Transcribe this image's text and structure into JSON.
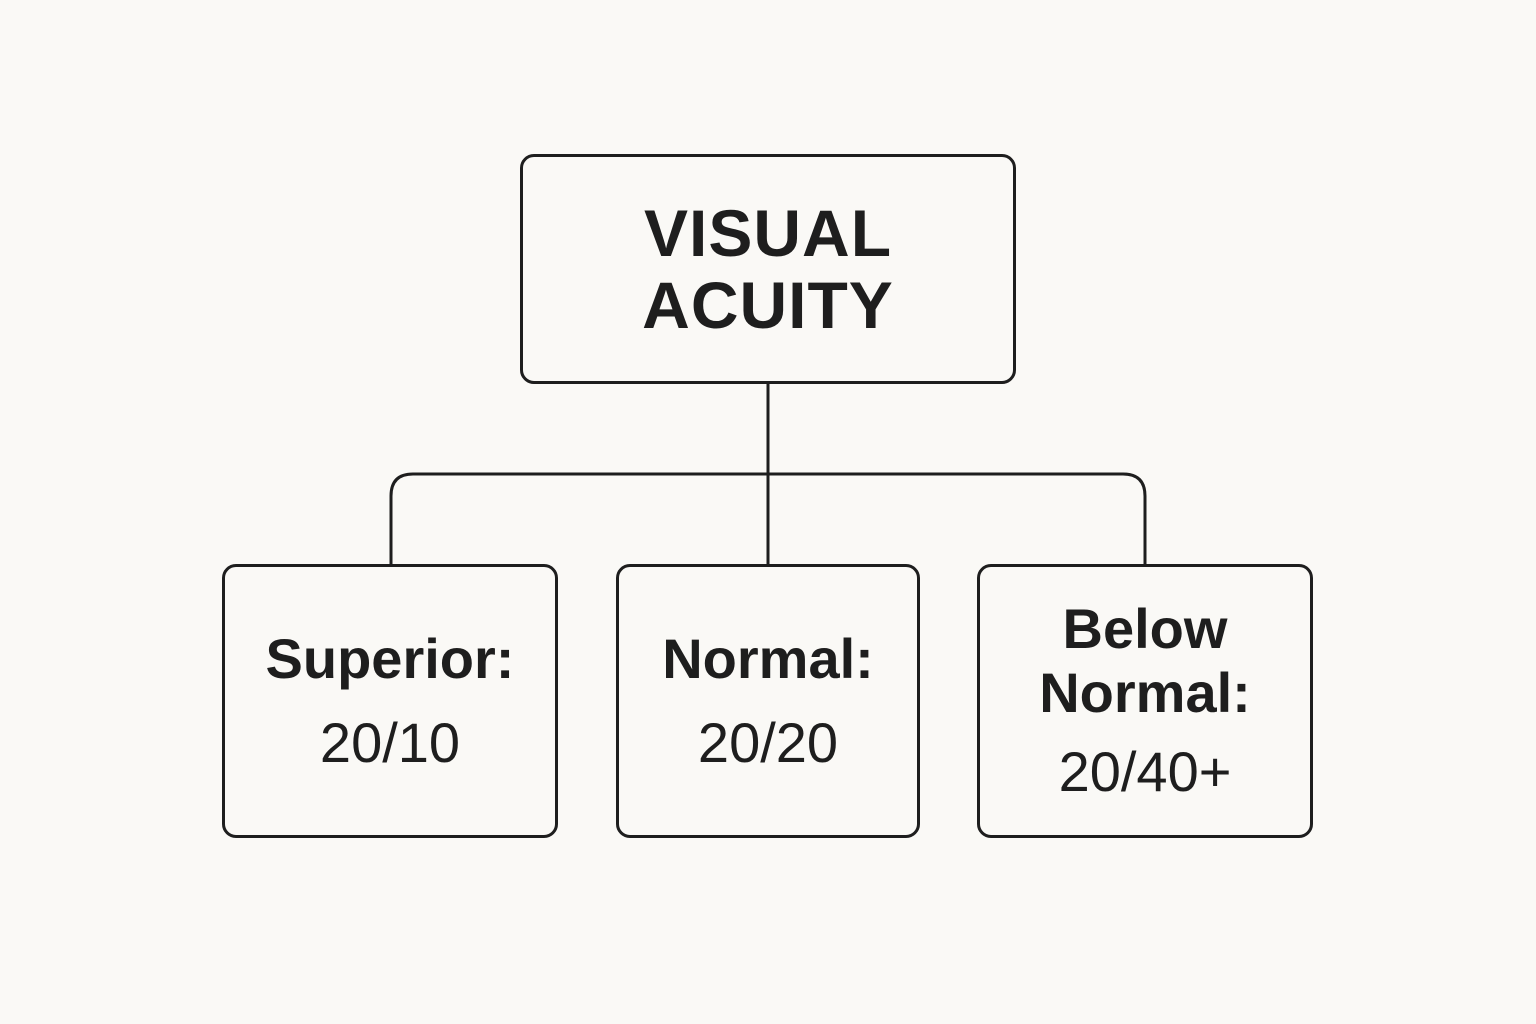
{
  "root": {
    "lines": [
      "VISUAL",
      "ACUITY"
    ]
  },
  "children": [
    {
      "label_lines": [
        "Superior:"
      ],
      "value": "20/10"
    },
    {
      "label_lines": [
        "Normal:"
      ],
      "value": "20/20"
    },
    {
      "label_lines": [
        "Below",
        "Normal:"
      ],
      "value": "20/40+"
    }
  ],
  "colors": {
    "stroke": "#1e1e1e",
    "background": "#faf9f6",
    "text": "#1e1e1e"
  }
}
